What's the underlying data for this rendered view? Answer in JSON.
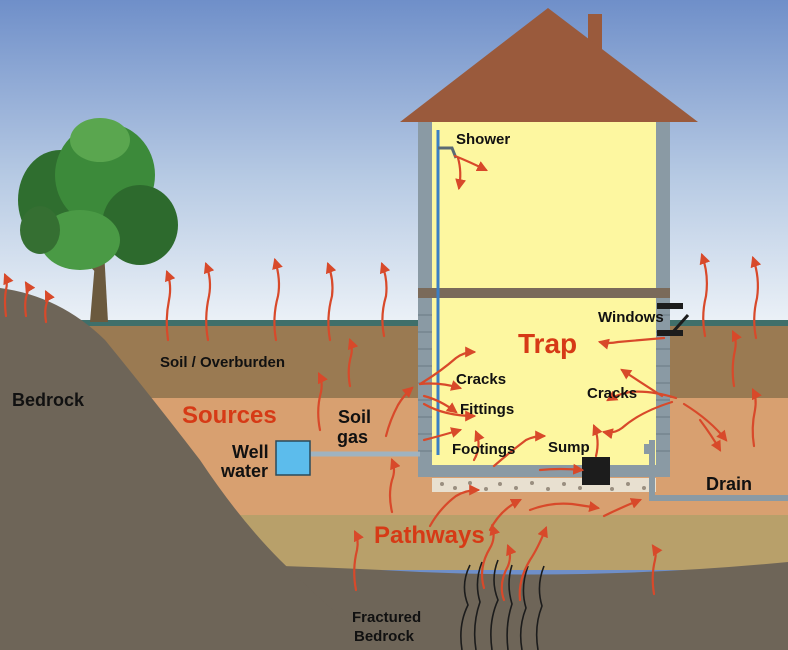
{
  "labels": {
    "shower": "Shower",
    "windows": "Windows",
    "trap": "Trap",
    "cracks_left": "Cracks",
    "fittings": "Fittings",
    "footings": "Footings",
    "sump": "Sump",
    "cracks_right": "Cracks",
    "soil_overburden": "Soil / Overburden",
    "bedrock": "Bedrock",
    "sources": "Sources",
    "soil": "Soil",
    "gas": "gas",
    "well": "Well",
    "water": "water",
    "drain": "Drain",
    "pathways": "Pathways",
    "fractured": "Fractured",
    "bedrock_fractured": "Bedrock"
  },
  "colors": {
    "sky_top": "#6f8fc9",
    "sky_bottom": "#eef3f8",
    "soil_overburden": "#9a7a52",
    "sources_layer": "#d8a070",
    "gravel_layer": "#b8a06a",
    "bedrock": "#6e6558",
    "house_interior": "#fdf7a0",
    "roof": "#9a5a3c",
    "arrow": "#d8492a",
    "label_accent": "#d63a16"
  }
}
